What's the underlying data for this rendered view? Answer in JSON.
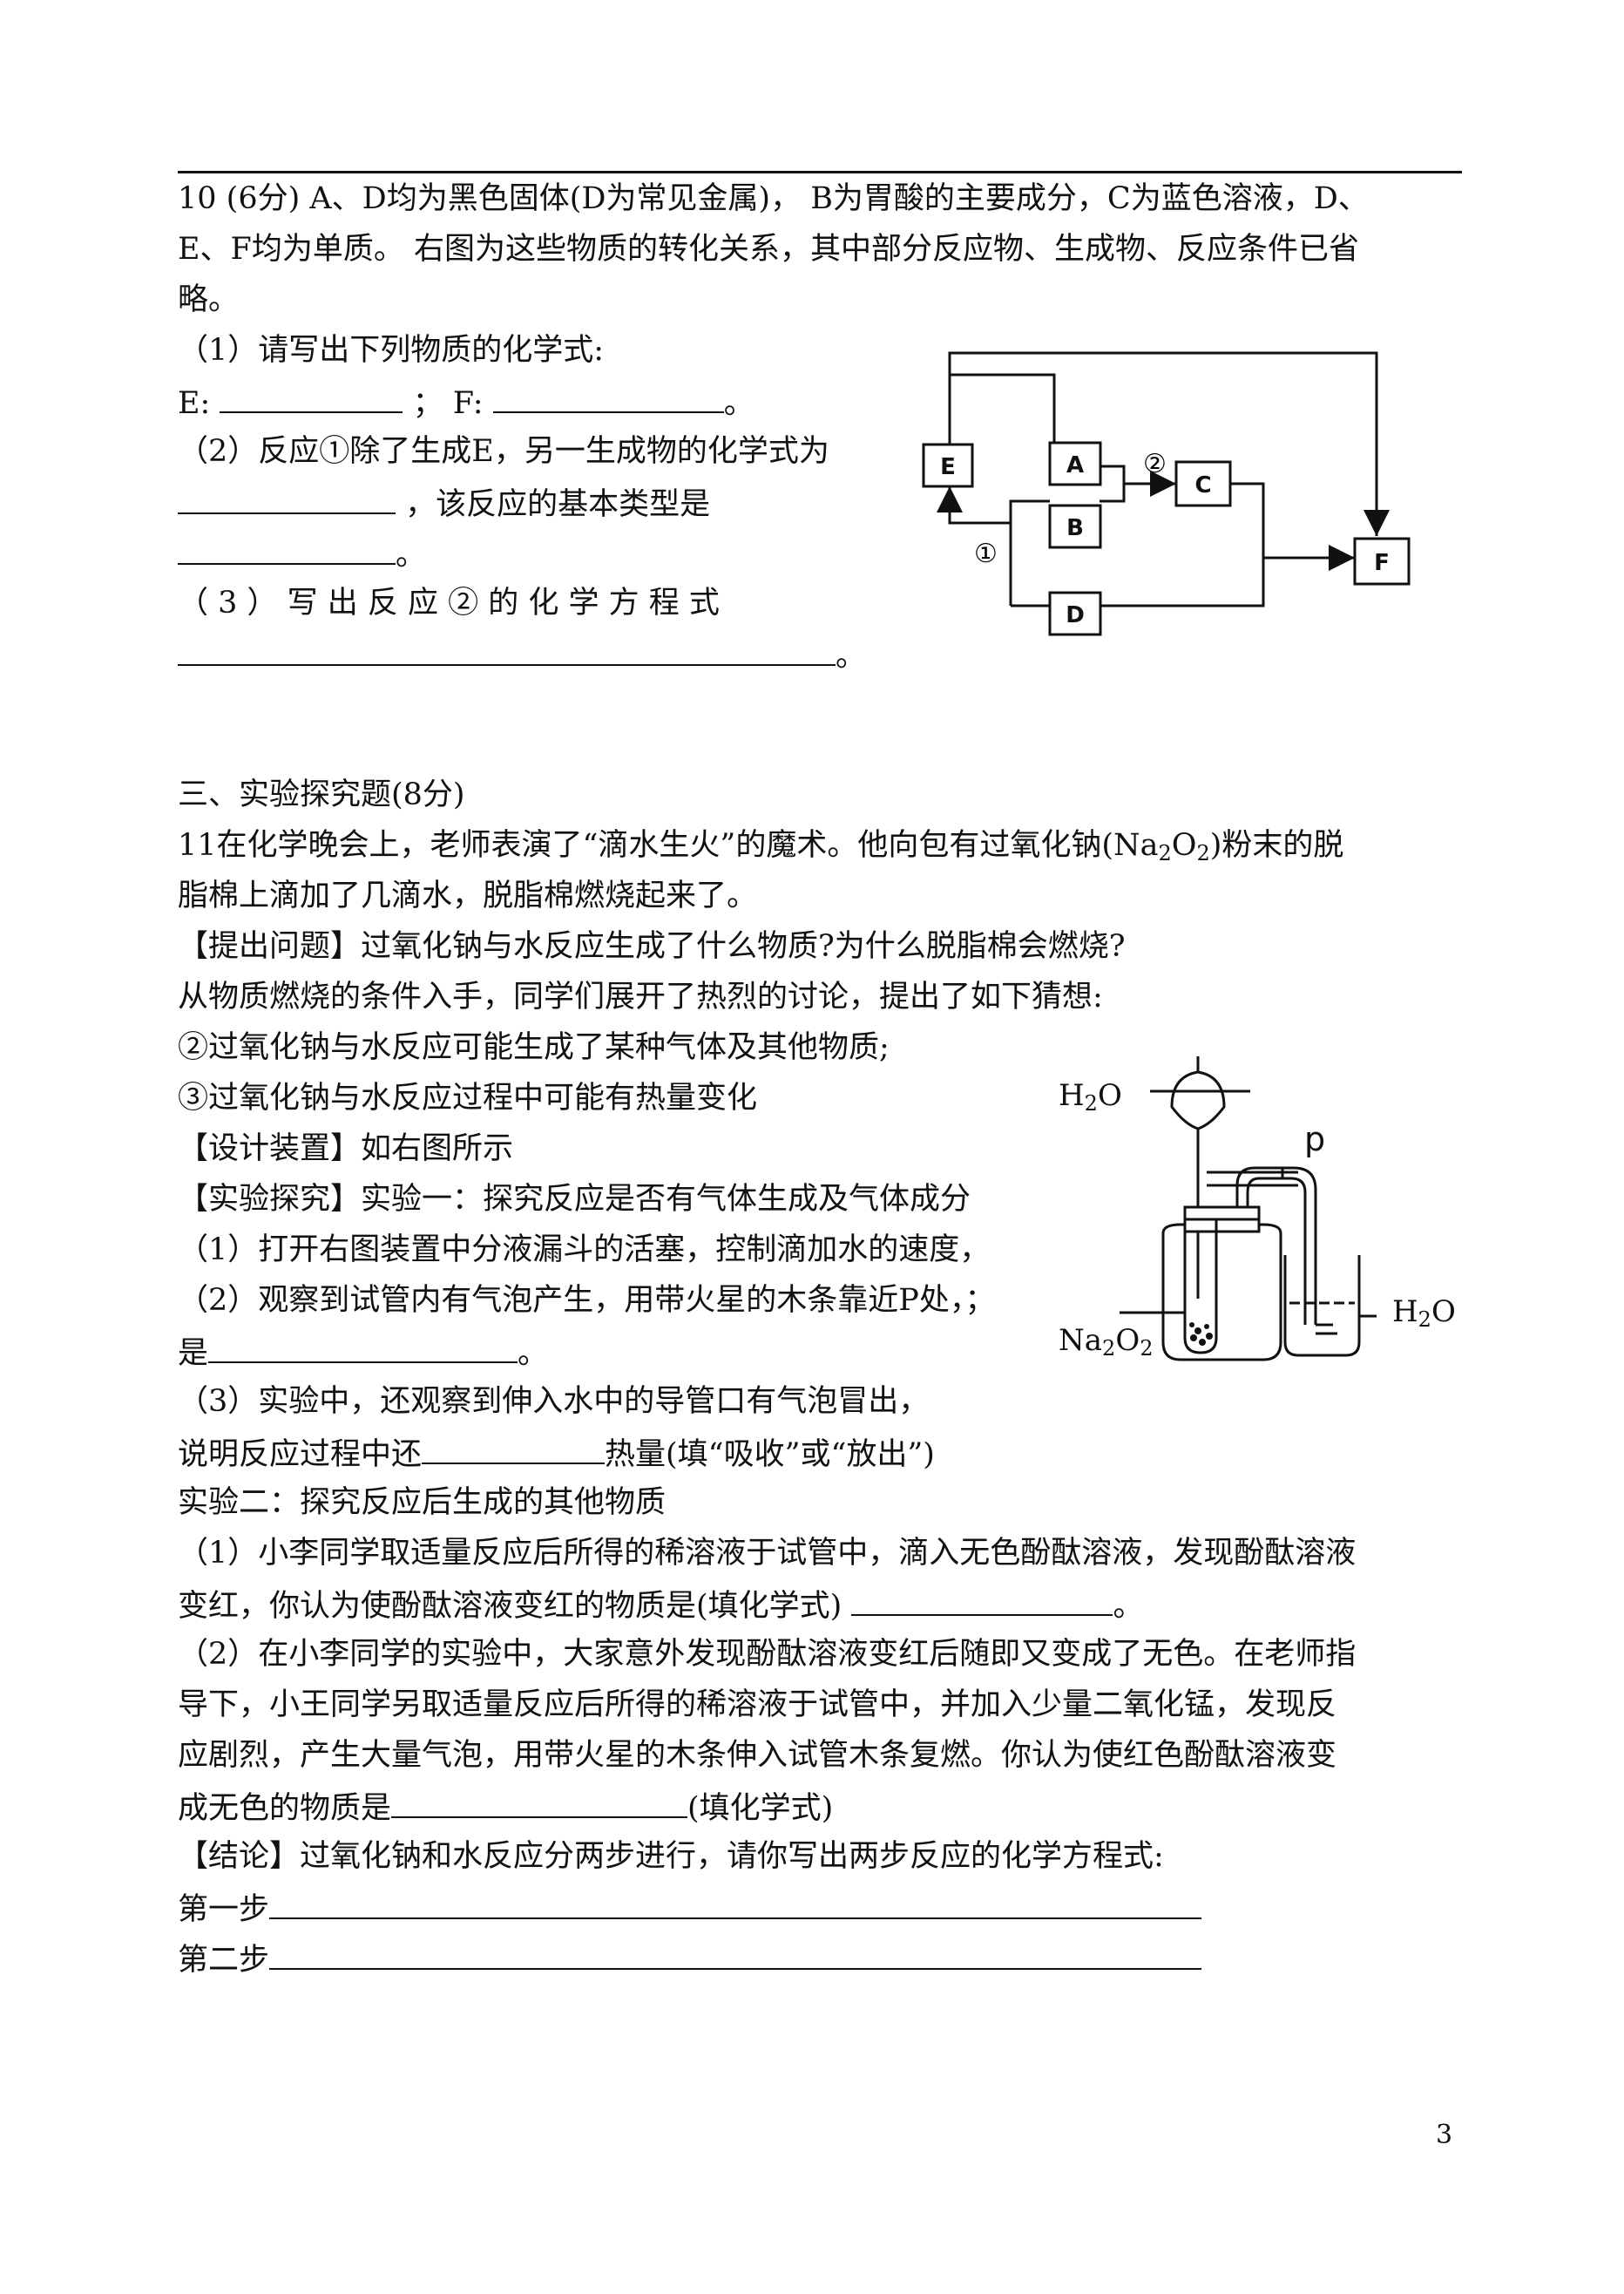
{
  "q10": {
    "line1": "10 (6分) A、D均为黑色固体(D为常见金属)，  B为胃酸的主要成分，C为蓝色溶液，D、",
    "line2": "E、F均为单质。 右图为这些物质的转化关系，其中部分反应物、生成物、反应条件已省",
    "line3": "略。",
    "p1": "（1）请写出下列物质的化学式:",
    "e_label": "E:",
    "f_sep": "；  F:",
    "end_mark": "。",
    "p2": "（2）反应①除了生成E，另一生成物的化学式为",
    "p2b": "，该反应的基本类型是",
    "p3": "（ 3 ） 写 出 反 应 ② 的 化 学 方 程 式"
  },
  "flowchart": {
    "boxes": [
      "E",
      "A",
      "B",
      "C",
      "D",
      "F"
    ],
    "arrow1": "①",
    "arrow2": "②"
  },
  "section3": {
    "title": "三、实验探究题(8分)",
    "q11_line1": "11在化学晚会上，老师表演了“滴水生火”的魔术。他向包有过氧化钠(",
    "q11_line1_end": ")粉末的脱",
    "q11_line2": "脂棉上滴加了几滴水，脱脂棉燃烧起来了。",
    "ask": "【提出问题】过氧化钠与水反应生成了什么物质?为什么脱脂棉会燃烧?",
    "cond": "从物质燃烧的条件入手，同学们展开了热烈的讨论，提出了如下猜想:",
    "g2": "②过氧化钠与水反应可能生成了某种气体及其他物质;",
    "g3": "③过氧化钠与水反应过程中可能有热量变化",
    "design": "【设计装置】如右图所示",
    "exp1": "【实验探究】实验一：探究反应是否有气体生成及气体成分",
    "e1": "（1）打开右图装置中分液漏斗的活塞，控制滴加水的速度，",
    "e2": "（2）观察到试管内有气泡产生，用带火星的木条靠近P处，",
    "e2_cut": "；",
    "e2b": "是",
    "e3": "（3）实验中，还观察到伸入水中的导管口有气泡冒出，",
    "e3b": "说明反应过程中还",
    "e3c": "热量(填“吸收”或“放出”)",
    "exp2": "实验二：探究反应后生成的其他物质",
    "x1": "（1）小李同学取适量反应后所得的稀溶液于试管中，滴入无色酚酞溶液，发现酚酞溶液",
    "x1b": "变红，你认为使酚酞溶液变红的物质是(填化学式) ",
    "x2": "（2）在小李同学的实验中，大家意外发现酚酞溶液变红后随即又变成了无色。在老师指",
    "x2b": "导下，小王同学另取适量反应后所得的稀溶液于试管中，并加入少量二氧化锰，发现反",
    "x2c": "应剧烈，产生大量气泡，用带火星的木条伸入试管木条复燃。你认为使红色酚酞溶液变",
    "x2d": "成无色的物质是",
    "x2e": "(填化学式)",
    "concl": " 【结论】过氧化钠和水反应分两步进行，请你写出两步反应的化学方程式:",
    "step1": "第一步",
    "step2": "第二步"
  },
  "formula": {
    "na": "Na",
    "o": "O",
    "h": "H",
    "two": "2"
  },
  "apparatus": {
    "label_p": "p"
  },
  "page_number": "3"
}
